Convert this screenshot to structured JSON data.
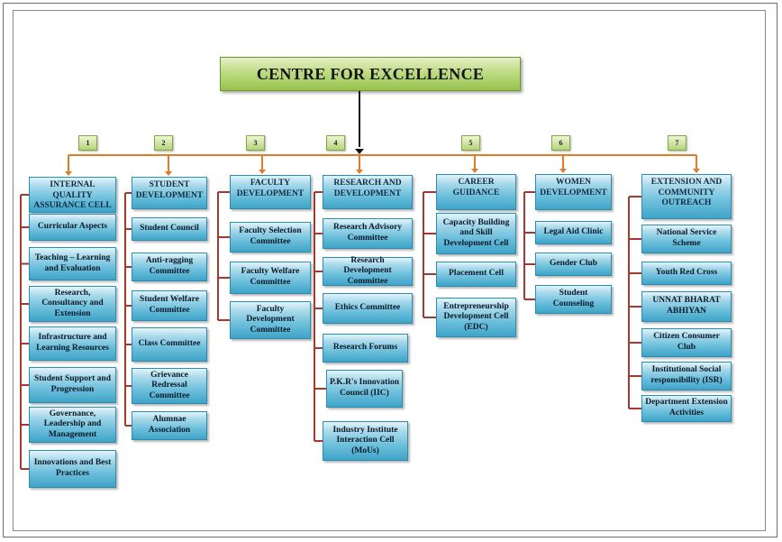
{
  "title": "CENTRE FOR EXCELLENCE",
  "colors": {
    "connector": "#e07b2a",
    "branch": "#a33a2e",
    "arrow": "#111111"
  },
  "columns": [
    {
      "number": "1",
      "head": "INTERNAL QUALITY ASSURANCE CELL",
      "items": [
        "Curricular Aspects",
        "Teaching – Learning and Evaluation",
        "Research, Consultancy and Extension",
        "Infrastructure and Learning  Resources",
        "Student Support and Progression",
        "Governance, Leadership and Management",
        "Innovations and Best Practices"
      ]
    },
    {
      "number": "2",
      "head": "STUDENT DEVELOPMENT",
      "items": [
        "Student Council",
        "Anti-ragging Committee",
        "Student Welfare Committee",
        "Class Committee",
        "Grievance Redressal Committee",
        "Alumnae Association"
      ]
    },
    {
      "number": "3",
      "head": "FACULTY DEVELOPMENT",
      "items": [
        "Faculty Selection Committee",
        "Faculty Welfare Committee",
        "Faculty Development Committee"
      ]
    },
    {
      "number": "4",
      "head": "RESEARCH AND DEVELOPMENT",
      "items": [
        "Research Advisory Committee",
        "Research Development Committee",
        "Ethics Committee",
        "Research Forums",
        "P.K.R's Innovation Council (IIC)",
        "Industry Institute Interaction Cell (MoUs)"
      ]
    },
    {
      "number": "5",
      "head": "CAREER GUIDANCE",
      "items": [
        "Capacity Building and Skill Development Cell",
        "Placement Cell",
        "Entrepreneurship Development Cell (EDC)"
      ]
    },
    {
      "number": "6",
      "head": "WOMEN DEVELOPMENT",
      "items": [
        "Legal Aid Clinic",
        "Gender Club",
        "Student Counseling"
      ]
    },
    {
      "number": "7",
      "head": "EXTENSION AND COMMUNITY OUTREACH",
      "items": [
        "National Service Scheme",
        "Youth Red Cross",
        "UNNAT BHARAT ABHIYAN",
        "Citizen Consumer Club",
        "Institutional Social responsibility (ISR)",
        "Department Extension Activities"
      ]
    }
  ]
}
